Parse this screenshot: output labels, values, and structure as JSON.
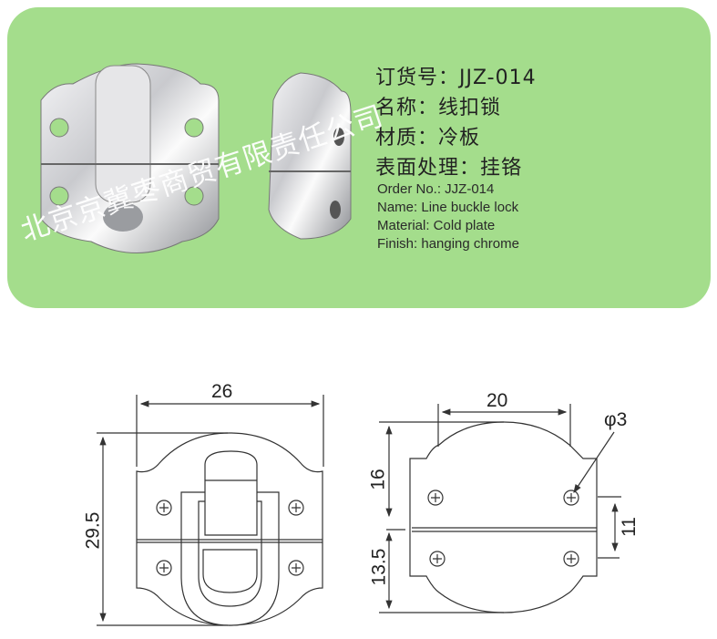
{
  "spec_cn": {
    "order_no": "订货号：JJZ-014",
    "name": "名称：线扣锁",
    "material": "材质：冷板",
    "finish": "表面处理：挂铬"
  },
  "spec_en": {
    "order_no": "Order No.: JJZ-014",
    "name": "Name: Line buckle lock",
    "material": "Material: Cold plate",
    "finish": "Finish: hanging chrome"
  },
  "watermark": "北京京冀枣商贸有限责任公司",
  "dimensions": {
    "front_width": "26",
    "front_height": "29.5",
    "side_width": "20",
    "hole_diameter": "φ3",
    "upper_height": "16",
    "lower_height": "13.5",
    "hole_spacing": "11"
  },
  "colors": {
    "panel": "#a4dd8c"
  }
}
